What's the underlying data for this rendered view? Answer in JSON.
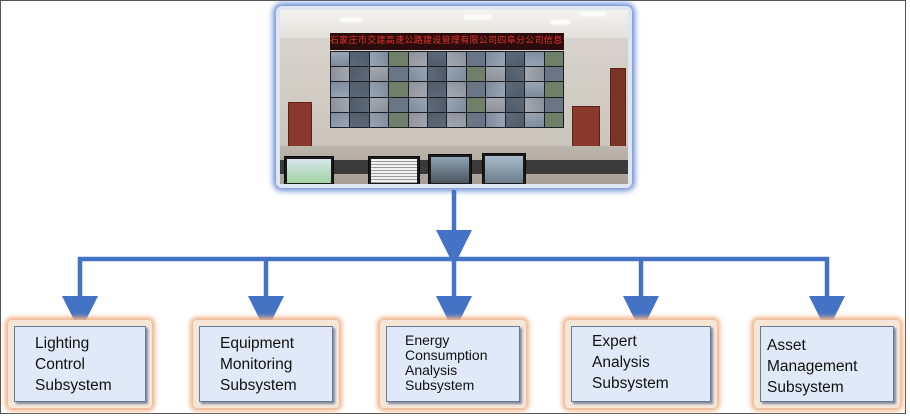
{
  "photo": {
    "banner_text": "石家庄市交建高速公路建设管理有限公司四阜分公司信息调度中心"
  },
  "subsystems": [
    {
      "id": "lighting",
      "lines": [
        "Lighting",
        "Control",
        "Subsystem"
      ]
    },
    {
      "id": "equipment",
      "lines": [
        "Equipment",
        "Monitoring",
        "Subsystem"
      ]
    },
    {
      "id": "energy",
      "lines": [
        "Energy",
        "Consumption",
        "Analysis",
        "Subsystem"
      ]
    },
    {
      "id": "expert",
      "lines": [
        "Expert",
        "Analysis",
        "Subsystem"
      ]
    },
    {
      "id": "asset",
      "lines": [
        "Asset",
        "Management",
        "Subsystem"
      ]
    }
  ],
  "colors": {
    "connector": "#4472c4",
    "box_fill": "#dfe9f8",
    "box_glow": "#f0b48a",
    "photo_glow": "#6d8fd3"
  }
}
